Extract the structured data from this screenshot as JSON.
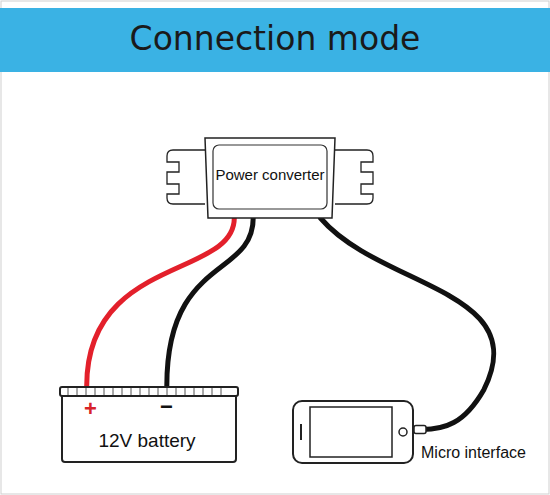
{
  "diagram": {
    "title": "Connection mode",
    "nodes": [
      {
        "text": [
          "Power converter"
        ]
      },
      {
        "text": [
          "12V battery"
        ]
      },
      {
        "text": [
          "Micro interface"
        ]
      }
    ],
    "edges": [
      {
        "from": 0,
        "to": 1,
        "arrow": "none"
      },
      {
        "from": 0,
        "to": 1,
        "arrow": "none"
      },
      {
        "from": 0,
        "to": 2,
        "arrow": "none"
      }
    ],
    "labels": [
      "+",
      "−"
    ]
  }
}
